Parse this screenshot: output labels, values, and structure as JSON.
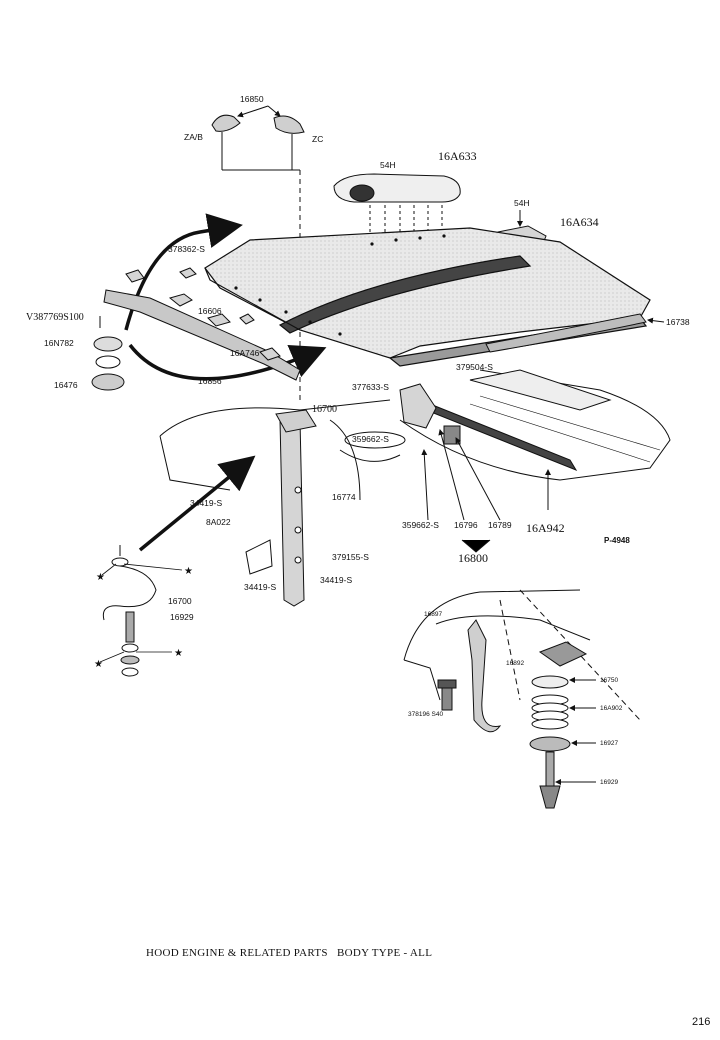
{
  "caption": "HOOD ENGINE & RELATED PARTS   BODY TYPE - ALL",
  "page_number": "216",
  "figure_id": "P-4948",
  "labels": {
    "p16850": "16850",
    "zab": "ZA/B",
    "zc": "ZC",
    "p54h_a": "54H",
    "p16a633": "16A633",
    "p54h_b": "54H",
    "p16a634": "16A634",
    "p378362": "378362-S",
    "p16606": "16606",
    "v387769": "V387769S100",
    "p16n782": "16N782",
    "p16476": "16476",
    "p16a746": "16A746",
    "p16856": "16856",
    "p16738": "16738",
    "p379504": "379504-S",
    "p377633": "377633-S",
    "p16700_a": "16700",
    "p359662_a": "359662-S",
    "p16774": "16774",
    "p34419_a": "34419-S",
    "p8a022": "8A022",
    "p379155": "379155-S",
    "p34419_b": "34419-S",
    "p34419_c": "34419-S",
    "p359662_b": "359662-S",
    "p16796": "16796",
    "p16789": "16789",
    "p16a942": "16A942",
    "p16800": "16800",
    "p16700_b": "16700",
    "p16929_a": "16929",
    "d16897": "16897",
    "d16892": "16892",
    "d16750": "16750",
    "d16a902": "16A902",
    "d16927": "16927",
    "d16929": "16929",
    "d378196": "378196 S40"
  }
}
